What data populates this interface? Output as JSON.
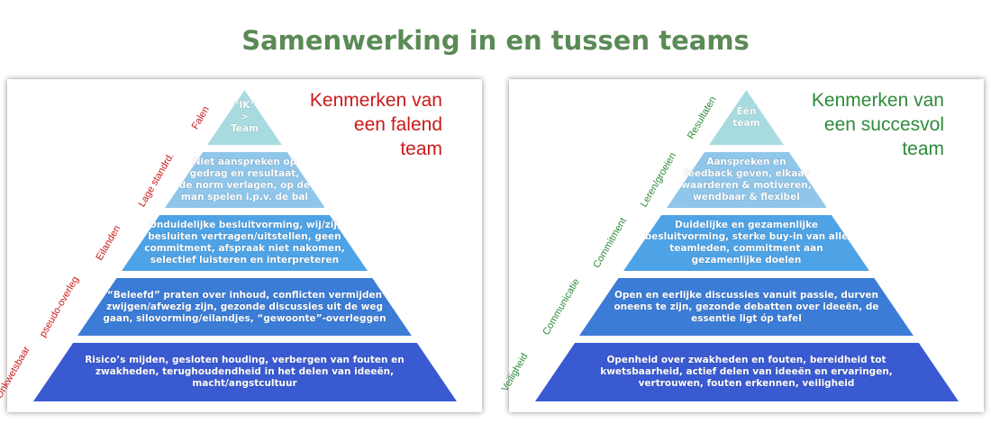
{
  "title": "Samenwerking in en tussen teams",
  "left": {
    "heading": [
      "Kenmerken van",
      "een falend",
      "team"
    ],
    "heading_color": "#cc1a1a",
    "label_color": "#cc1a1a",
    "layers": [
      {
        "label": "Falen",
        "color": "#a8dbe0",
        "lines": [
          "“IK”",
          ">",
          "Team"
        ]
      },
      {
        "label": "Lage standrd.",
        "color": "#8fc6ea",
        "lines": [
          "Niet aanspreken op",
          "gedrag en resultaat,",
          "de norm verlagen, op de",
          "man spelen i.p.v. de bal"
        ]
      },
      {
        "label": "Eilanden",
        "color": "#4ea3e6",
        "lines": [
          "Onduidelijke besluitvorming, wij/zij,",
          "besluiten vertragen/uitstellen, geen",
          "commitment, afspraak niet nakomen,",
          "selectief luisteren en interpreteren"
        ]
      },
      {
        "label": "pseudo-overleg",
        "color": "#3b7cd6",
        "lines": [
          "“Beleefd” praten over inhoud, conflicten vermijden",
          "zwijgen/afwezig zijn, gezonde discussies uit de weg",
          "gaan, silovorming/eilandjes, “gewoonte”-overleggen"
        ]
      },
      {
        "label": "Onkwetsbaar",
        "color": "#3a5ad2",
        "lines": [
          "Risico’s mijden, gesloten houding, verbergen van fouten en",
          "zwakheden, terughoudendheid in het delen van ideeën,",
          "macht/angstcultuur"
        ]
      }
    ]
  },
  "right": {
    "heading": [
      "Kenmerken van",
      "een succesvol",
      "team"
    ],
    "heading_color": "#2e8b3a",
    "label_color": "#2e8b3a",
    "layers": [
      {
        "label": "Resultaten",
        "color": "#a8dbe0",
        "lines": [
          "Één",
          "team"
        ]
      },
      {
        "label": "Leren/groeien",
        "color": "#8fc6ea",
        "lines": [
          "Aanspreken en",
          "feedback geven, elkaar",
          "waarderen & motiveren,",
          "wendbaar & flexibel"
        ]
      },
      {
        "label": "Commitment",
        "color": "#4ea3e6",
        "lines": [
          "Duidelijke en gezamenlijke",
          "besluitvorming, sterke buy-in van alle",
          "teamleden, commitment aan",
          "gezamenlijke doelen"
        ]
      },
      {
        "label": "Communicatie",
        "color": "#3b7cd6",
        "lines": [
          "Open en eerlijke discussies vanuit passie, durven",
          "oneens te zijn, gezonde debatten over ideeën, de",
          "essentie ligt óp tafel"
        ]
      },
      {
        "label": "Veiligheid",
        "color": "#3a5ad2",
        "lines": [
          "Openheid over zwakheden en fouten, bereidheid tot",
          "kwetsbaarheid, actief delen van ideeën en ervaringen,",
          "vertrouwen, fouten erkennen, veiligheid"
        ]
      }
    ]
  }
}
